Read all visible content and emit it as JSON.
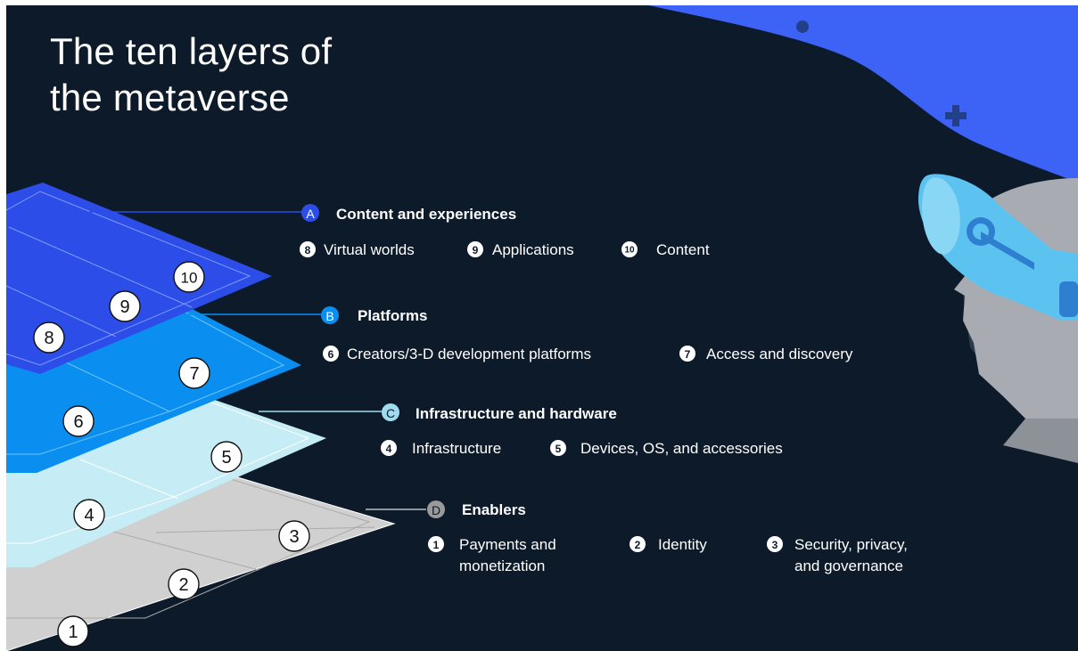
{
  "title": {
    "line1": "The ten layers of",
    "line2": "the metaverse"
  },
  "colors": {
    "background": "#0c1a2a",
    "blob": "#3d63f6",
    "layer_a": "#2c4de8",
    "layer_b": "#0a8ef0",
    "layer_c": "#c6ecf5",
    "layer_d": "#d0d0d0",
    "head": "#a8acb2",
    "visor": "#5cc3f0"
  },
  "categories": [
    {
      "letter": "A",
      "title": "Content and experiences",
      "color": "#2c4de8",
      "items": [
        {
          "num": "8",
          "label": "Virtual worlds"
        },
        {
          "num": "9",
          "label": "Applications"
        },
        {
          "num": "10",
          "label": "Content"
        }
      ]
    },
    {
      "letter": "B",
      "title": "Platforms",
      "color": "#0a8ef0",
      "items": [
        {
          "num": "6",
          "label": "Creators/3-D development platforms"
        },
        {
          "num": "7",
          "label": "Access and discovery"
        }
      ]
    },
    {
      "letter": "C",
      "title": "Infrastructure and hardware",
      "color": "#9fdcef",
      "items": [
        {
          "num": "4",
          "label": "Infrastructure"
        },
        {
          "num": "5",
          "label": "Devices, OS, and accessories"
        }
      ]
    },
    {
      "letter": "D",
      "title": "Enablers",
      "color": "#9a9a9a",
      "items": [
        {
          "num": "1",
          "lines": [
            "Payments and",
            "monetization"
          ]
        },
        {
          "num": "2",
          "label": "Identity"
        },
        {
          "num": "3",
          "lines": [
            "Security, privacy,",
            "and governance"
          ]
        }
      ]
    }
  ],
  "layer_numbers": [
    "1",
    "2",
    "3",
    "4",
    "5",
    "6",
    "7",
    "8",
    "9",
    "10"
  ]
}
